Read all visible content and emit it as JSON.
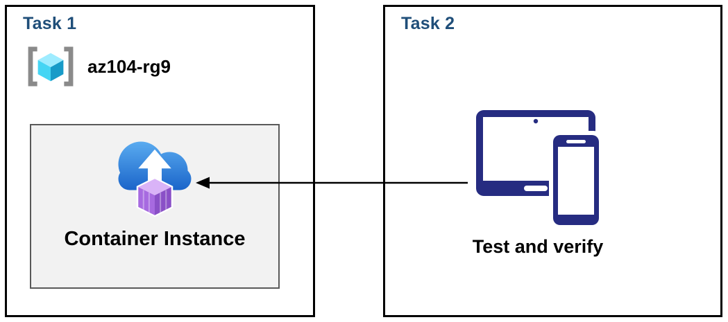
{
  "task1": {
    "title": "Task 1",
    "resource_group": "az104-rg9",
    "container_label": "Container Instance"
  },
  "task2": {
    "title": "Task 2",
    "label": "Test and verify"
  },
  "icons": {
    "resource_group": "gray-brackets-with-cyan-cube",
    "container_instance": "blue-cloud-upload-arrow-with-purple-container-cube",
    "devices": "tablet-and-phone",
    "arrow": "horizontal-arrow-pointing-left"
  },
  "colors": {
    "title": "#1f4e79",
    "box_border": "#000000",
    "inner_box_bg": "#f2f2f2",
    "inner_box_border": "#595959",
    "label_text": "#000000",
    "device_navy": "#262c81",
    "cloud_blue_top": "#5aabf0",
    "cloud_blue_bottom": "#1862c8",
    "cube_purple_top": "#d9b3f7",
    "cube_purple_left": "#a76ae0",
    "cube_purple_right": "#8a50c7",
    "rg_cyan_top": "#9fecff",
    "rg_cyan_left": "#45d5f4",
    "rg_cyan_right": "#189bc8",
    "rg_bracket_gray": "#8a8a8a",
    "arrow": "#000000"
  }
}
